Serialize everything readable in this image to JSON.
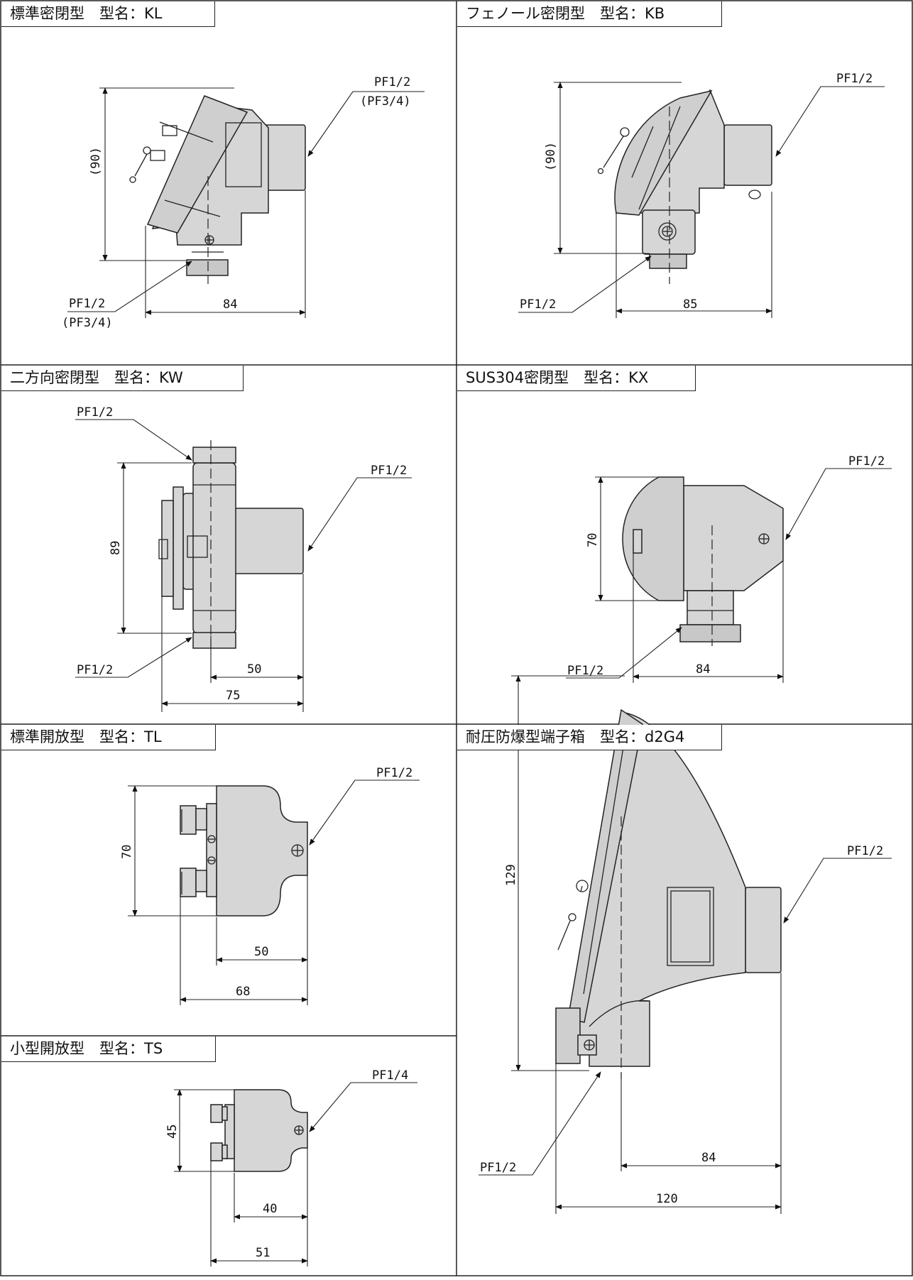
{
  "panels": [
    {
      "title": "標準密閉型　型名：KL",
      "labels": {
        "top_port": "PF1/2",
        "top_port_alt": "(PF3/4)",
        "bottom_port": "PF1/2",
        "bottom_port_alt": "(PF3/4)",
        "height": "(90)",
        "width": "84"
      }
    },
    {
      "title": "フェノール密閉型　型名：KB",
      "labels": {
        "top_port": "PF1/2",
        "bottom_port": "PF1/2",
        "height": "(90)",
        "width": "85"
      }
    },
    {
      "title": "二方向密閉型　型名：KW",
      "labels": {
        "top_port": "PF1/2",
        "side_port": "PF1/2",
        "bottom_port": "PF1/2",
        "height": "89",
        "width_inner": "50",
        "width_outer": "75"
      }
    },
    {
      "title": "SUS304密閉型　型名：KX",
      "labels": {
        "top_port": "PF1/2",
        "bottom_port": "PF1/2",
        "height": "70",
        "width": "84"
      }
    },
    {
      "title": "標準開放型　型名：TL",
      "labels": {
        "top_port": "PF1/2",
        "height": "70",
        "width_inner": "50",
        "width_outer": "68"
      }
    },
    {
      "title": "耐圧防爆型端子箱　型名：d2G4",
      "labels": {
        "top_port": "PF1/2",
        "bottom_port": "PF1/2",
        "height": "129",
        "width_inner": "84",
        "width_outer": "120"
      }
    },
    {
      "title": "小型開放型　型名：TS",
      "labels": {
        "top_port": "PF1/4",
        "height": "45",
        "width_inner": "40",
        "width_outer": "51"
      }
    }
  ]
}
